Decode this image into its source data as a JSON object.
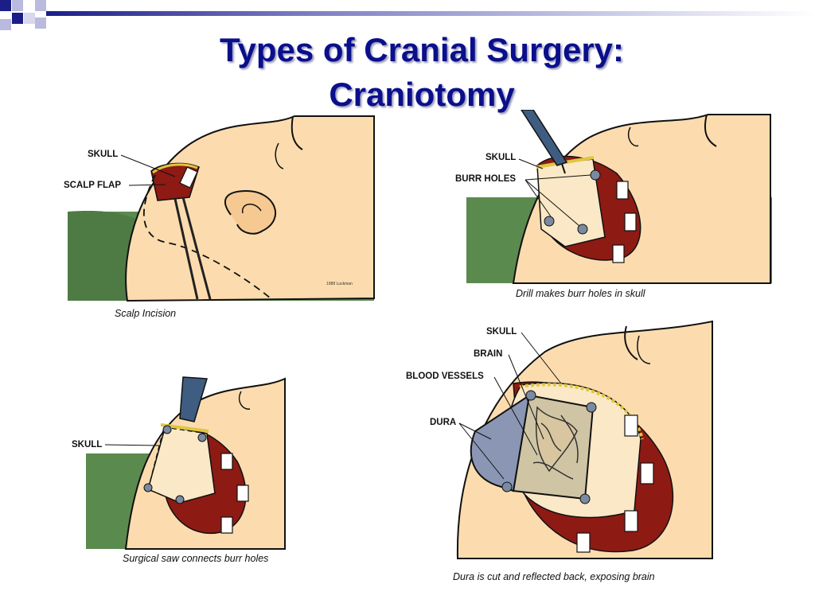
{
  "slide": {
    "title_line1": "Types of Cranial Surgery:",
    "title_line2": "Craniotomy",
    "colors": {
      "title": "#0a0f8c",
      "skin": "#fcdcae",
      "drape": "#5b8a4e",
      "muscle": "#8e1a14",
      "dura": "#8a96b4",
      "bone": "#fbe8c6"
    }
  },
  "panels": [
    {
      "caption": "Scalp Incision",
      "labels": [
        "SKULL",
        "SCALP FLAP"
      ],
      "signature": "1988 Luckman"
    },
    {
      "caption": "Drill makes burr holes in skull",
      "labels": [
        "SKULL",
        "BURR HOLES"
      ]
    },
    {
      "caption": "Surgical saw connects burr holes",
      "labels": [
        "SKULL"
      ]
    },
    {
      "caption": "Dura is cut and reflected back, exposing brain",
      "labels": [
        "SKULL",
        "BRAIN",
        "BLOOD VESSELS",
        "DURA"
      ]
    }
  ]
}
